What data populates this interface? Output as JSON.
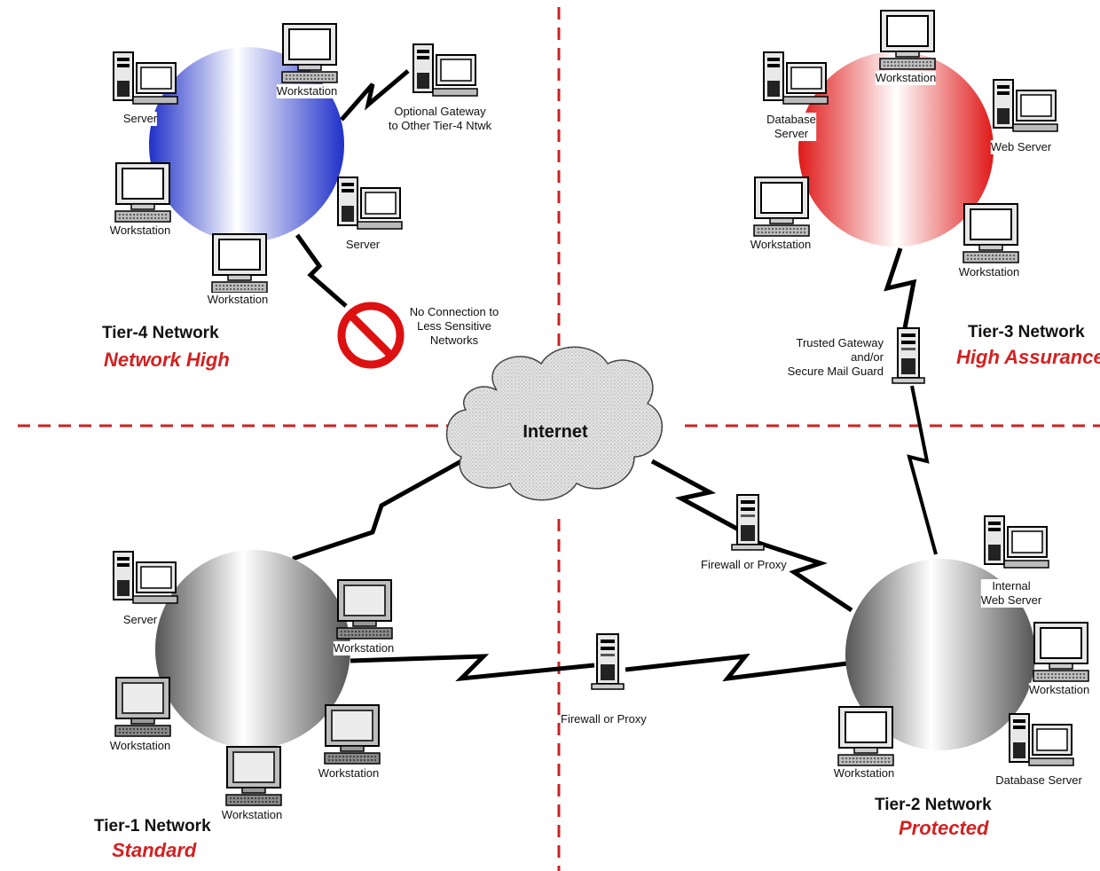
{
  "networks": {
    "tier4": {
      "title": "Tier-4 Network",
      "subtitle": "Network High"
    },
    "tier3": {
      "title": "Tier-3 Network",
      "subtitle": "High Assurance"
    },
    "tier2": {
      "title": "Tier-2 Network",
      "subtitle": "Protected"
    },
    "tier1": {
      "title": "Tier-1 Network",
      "subtitle": "Standard"
    }
  },
  "internet": {
    "label": "Internet"
  },
  "tier4_labels": {
    "workstation_top": "Workstation",
    "server_left": "Server",
    "workstation_left": "Workstation",
    "workstation_bottom": "Workstation",
    "server_right": "Server",
    "gateway": "Optional Gateway\nto Other Tier-4 Ntwk",
    "no_connection": "No Connection to\nLess Sensitive\nNetworks"
  },
  "tier3_labels": {
    "workstation_top": "Workstation",
    "database_server": "Database\nServer",
    "web_server": "Web Server",
    "workstation_left": "Workstation",
    "workstation_right": "Workstation",
    "trusted_gateway": "Trusted Gateway\nand/or\nSecure Mail Guard"
  },
  "tier2_labels": {
    "internal_web_server": "Internal\nWeb Server",
    "workstation_right": "Workstation",
    "workstation_bottom": "Workstation",
    "database_server": "Database Server"
  },
  "tier1_labels": {
    "server": "Server",
    "workstation_right_top": "Workstation",
    "workstation_left": "Workstation",
    "workstation_bottom": "Workstation",
    "workstation_right_bottom": "Workstation"
  },
  "firewalls": {
    "upper": "Firewall or Proxy",
    "lower": "Firewall or Proxy"
  },
  "colors": {
    "divider": "#cc2222",
    "subtitle": "#d42020",
    "tier4_ring": "#3344cc",
    "tier3_ring": "#e02020",
    "tier12_ring": "#666666",
    "no_sign": "#dd1111"
  }
}
